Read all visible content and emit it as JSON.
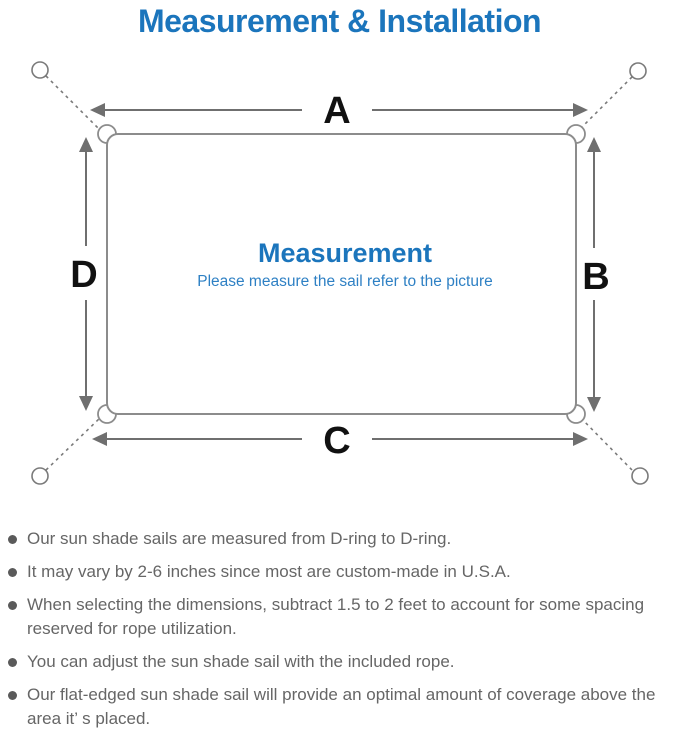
{
  "title": "Measurement & Installation",
  "diagram": {
    "dimension_labels": {
      "top": "A",
      "right": "B",
      "bottom": "C",
      "left": "D"
    },
    "center_title": "Measurement",
    "center_subtitle": "Please measure the sail refer to the picture"
  },
  "bullets": [
    "Our sun shade sails are measured from D-ring to D-ring.",
    "It may vary by 2-6 inches since most are custom-made in U.S.A.",
    "When selecting the dimensions, subtract 1.5 to 2 feet to account for some spacing reserved for rope utilization.",
    "You can adjust the sun shade sail with the included rope.",
    "Our flat-edged sun shade sail will provide an optimal amount of coverage above the area it’ s placed."
  ],
  "colors": {
    "accent_blue": "#1b75bc",
    "subtitle_blue": "#2e80c4",
    "text_gray": "#666666",
    "line_gray": "#8c8c8c",
    "arrow_gray": "#6f6f6f",
    "label_black": "#111111"
  }
}
